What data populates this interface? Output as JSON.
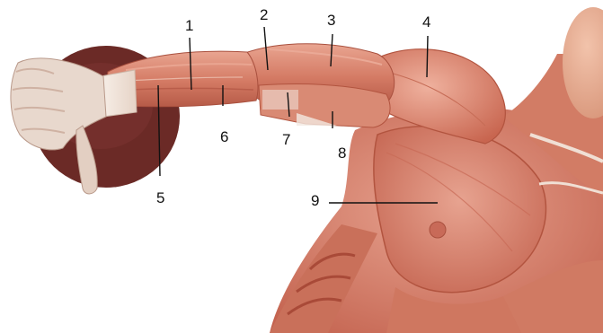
{
  "figure": {
    "subject": "shoulder-arm-chest-muscles",
    "labels": [
      "1",
      "2",
      "3",
      "4",
      "5",
      "6",
      "7",
      "8",
      "9"
    ],
    "colors": {
      "muscle_base": "#d9826c",
      "muscle_dark": "#b85a47",
      "muscle_light": "#eeb19f",
      "tendon": "#f2e6dc",
      "disc": "#6b2a26",
      "skin": "#e9b497",
      "background": "#ffffff"
    }
  }
}
